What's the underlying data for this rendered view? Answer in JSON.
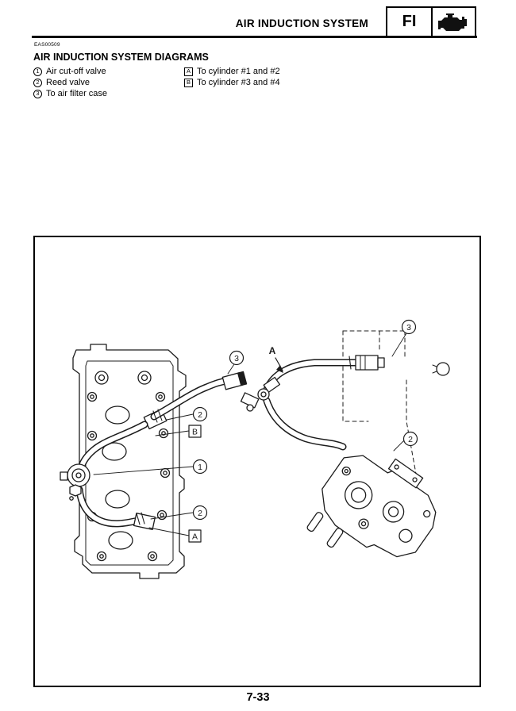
{
  "header": {
    "title": "AIR INDUCTION SYSTEM",
    "tab_label": "FI"
  },
  "section": {
    "code": "EAS00509",
    "heading": "AIR INDUCTION SYSTEM DIAGRAMS",
    "legend_left": [
      {
        "marker": "1",
        "label": "Air cut-off valve"
      },
      {
        "marker": "2",
        "label": "Reed valve"
      },
      {
        "marker": "3",
        "label": "To air filter case"
      }
    ],
    "legend_right": [
      {
        "marker": "A",
        "label": "To cylinder #1 and #2"
      },
      {
        "marker": "B",
        "label": "To cylinder #3 and #4"
      }
    ]
  },
  "figure": {
    "callouts": [
      {
        "id": "c3-left",
        "label": "3"
      },
      {
        "id": "c2-upper-left",
        "label": "2"
      },
      {
        "id": "cB-box",
        "label": "B"
      },
      {
        "id": "c1",
        "label": "1"
      },
      {
        "id": "c2-lower-left",
        "label": "2"
      },
      {
        "id": "cA-box",
        "label": "A"
      },
      {
        "id": "view-arrow",
        "label": "A"
      },
      {
        "id": "c3-right",
        "label": "3"
      },
      {
        "id": "c2-right",
        "label": "2"
      }
    ]
  },
  "footer": {
    "page_number": "7-33"
  }
}
